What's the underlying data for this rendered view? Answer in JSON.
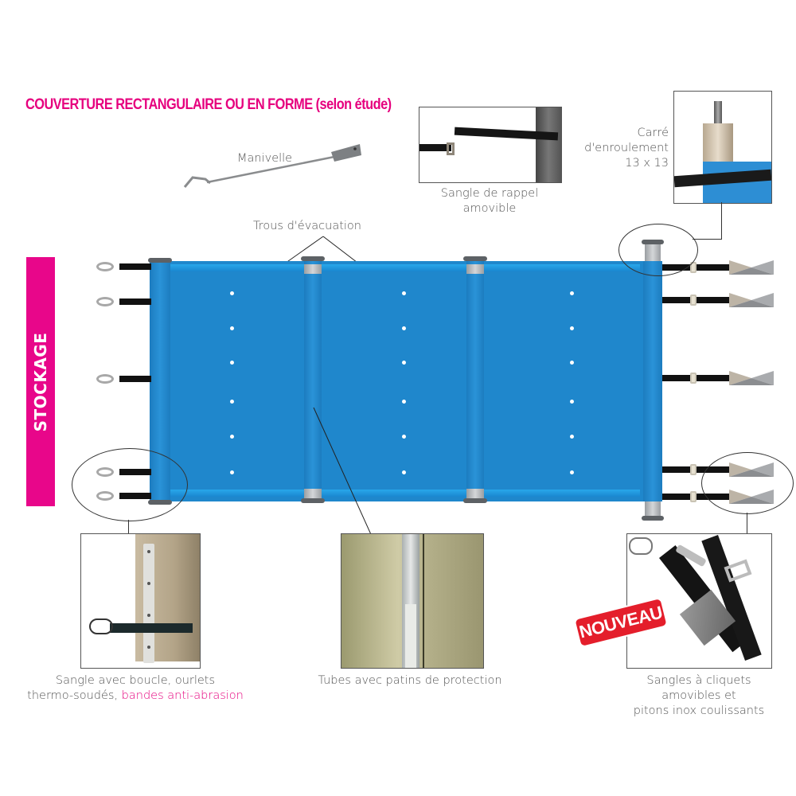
{
  "title": "COUVERTURE RECTANGULAIRE OU EN FORME (selon étude)",
  "side_label": "STOCKAGE",
  "labels": {
    "manivelle": "Manivelle",
    "trous": "Trous d'évacuation",
    "sangle_rappel_line1": "Sangle de rappel",
    "sangle_rappel_line2": "amovible",
    "carre_line1": "Carré",
    "carre_line2": "d'enroulement",
    "carre_line3": "13 x 13"
  },
  "captions": {
    "left_line1": "Sangle avec boucle, ourlets",
    "left_line2_prefix": "thermo-soudés, ",
    "left_line2_highlight": "bandes anti-abrasion",
    "middle": "Tubes avec patins de protection",
    "right_line1": "Sangles à cliquets",
    "right_line2": "amovibles et",
    "right_line3": "pitons inox coulissants"
  },
  "badge": "NOUVEAU",
  "colors": {
    "accent_pink": "#e6007e",
    "cover_blue": "#1f87cc",
    "badge_red": "#e41e2b"
  },
  "icons": [
    "crank-handle-icon",
    "ring-icon",
    "buckle-icon",
    "peg-icon",
    "arrow-icon"
  ]
}
